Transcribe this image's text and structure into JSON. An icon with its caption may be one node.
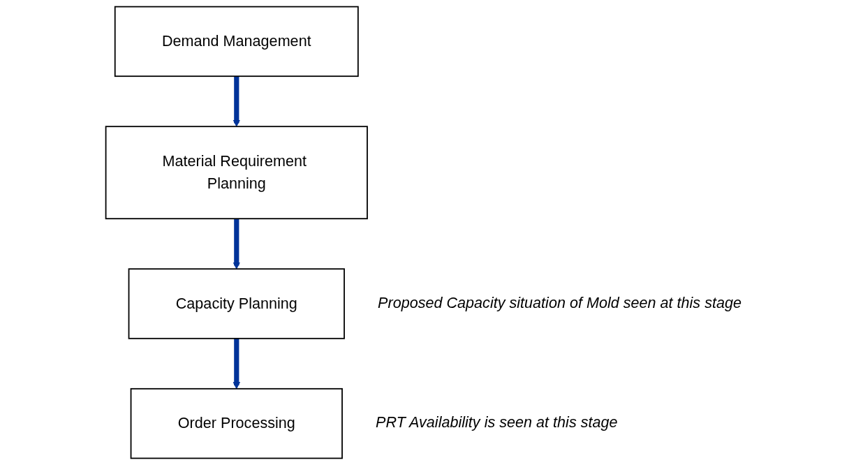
{
  "diagram": {
    "nodes": [
      {
        "text": [
          "Demand Management"
        ]
      },
      {
        "text": [
          "Material Requirement Planning"
        ]
      },
      {
        "text": [
          "Capacity Planning"
        ],
        "beside": [
          "Proposed Capacity situation of Mold seen at this stage"
        ]
      },
      {
        "text": [
          "Order Processing"
        ],
        "beside": [
          "PRT Availability is seen at this stage"
        ]
      }
    ],
    "edges": [
      {
        "from": 0,
        "to": 1,
        "arrow": "to"
      },
      {
        "from": 1,
        "to": 2,
        "arrow": "to"
      },
      {
        "from": 2,
        "to": 3,
        "arrow": "to"
      }
    ]
  }
}
